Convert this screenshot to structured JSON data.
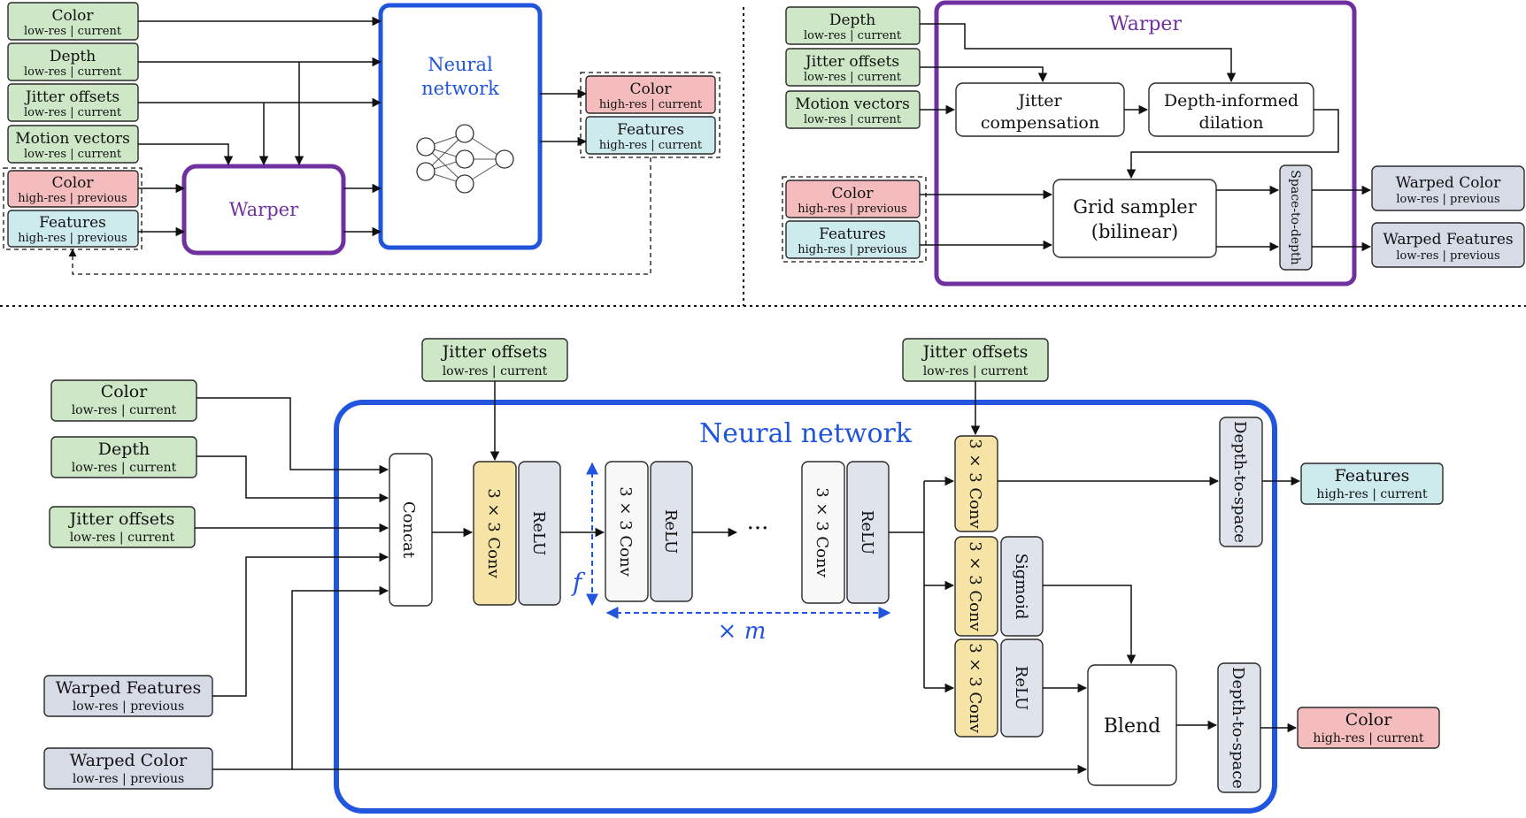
{
  "top_left": {
    "inputs": {
      "color": {
        "title": "Color",
        "sub": "low-res | current"
      },
      "depth": {
        "title": "Depth",
        "sub": "low-res | current"
      },
      "jitter": {
        "title": "Jitter offsets",
        "sub": "low-res | current"
      },
      "motion": {
        "title": "Motion vectors",
        "sub": "low-res | current"
      },
      "prev_color": {
        "title": "Color",
        "sub": "high-res | previous"
      },
      "prev_features": {
        "title": "Features",
        "sub": "high-res | previous"
      }
    },
    "warper_label": "Warper",
    "network_label_line1": "Neural",
    "network_label_line2": "network",
    "outputs": {
      "color": {
        "title": "Color",
        "sub": "high-res | current"
      },
      "features": {
        "title": "Features",
        "sub": "high-res | current"
      }
    }
  },
  "top_right": {
    "warper_title": "Warper",
    "inputs": {
      "depth": {
        "title": "Depth",
        "sub": "low-res | current"
      },
      "jitter": {
        "title": "Jitter offsets",
        "sub": "low-res | current"
      },
      "motion": {
        "title": "Motion vectors",
        "sub": "low-res | current"
      },
      "prev_color": {
        "title": "Color",
        "sub": "high-res | previous"
      },
      "prev_features": {
        "title": "Features",
        "sub": "high-res | previous"
      }
    },
    "jitter_comp_line1": "Jitter",
    "jitter_comp_line2": "compensation",
    "dilation_line1": "Depth-informed",
    "dilation_line2": "dilation",
    "grid_line1": "Grid sampler",
    "grid_line2": "(bilinear)",
    "s2d": "Space-to-depth",
    "outputs": {
      "warped_color": {
        "title": "Warped Color",
        "sub": "low-res | previous"
      },
      "warped_features": {
        "title": "Warped Features",
        "sub": "low-res | previous"
      }
    }
  },
  "bottom": {
    "network_title": "Neural network",
    "inputs": {
      "color": {
        "title": "Color",
        "sub": "low-res | current"
      },
      "depth": {
        "title": "Depth",
        "sub": "low-res | current"
      },
      "jitter": {
        "title": "Jitter offsets",
        "sub": "low-res | current"
      },
      "warped_features": {
        "title": "Warped Features",
        "sub": "low-res | previous"
      },
      "warped_color": {
        "title": "Warped Color",
        "sub": "low-res | previous"
      }
    },
    "jitter_top1": {
      "title": "Jitter offsets",
      "sub": "low-res | current"
    },
    "jitter_top2": {
      "title": "Jitter offsets",
      "sub": "low-res | current"
    },
    "concat": "Concat",
    "conv": "3 × 3 Conv",
    "relu": "ReLU",
    "sigmoid": "Sigmoid",
    "ellipsis": "...",
    "f_label": "f",
    "m_label": "× m",
    "blend": "Blend",
    "d2s": "Depth-to-space",
    "outputs": {
      "features": {
        "title": "Features",
        "sub": "high-res | current"
      },
      "color": {
        "title": "Color",
        "sub": "high-res | current"
      }
    }
  },
  "colors": {
    "green": "#cde7c7",
    "red": "#f4bcbc",
    "cyan": "#cdeaec",
    "gray": "#d6dbe6",
    "yellow": "#f6e4a6",
    "warper_purple": "#7030a0",
    "network_blue": "#2255dd"
  }
}
